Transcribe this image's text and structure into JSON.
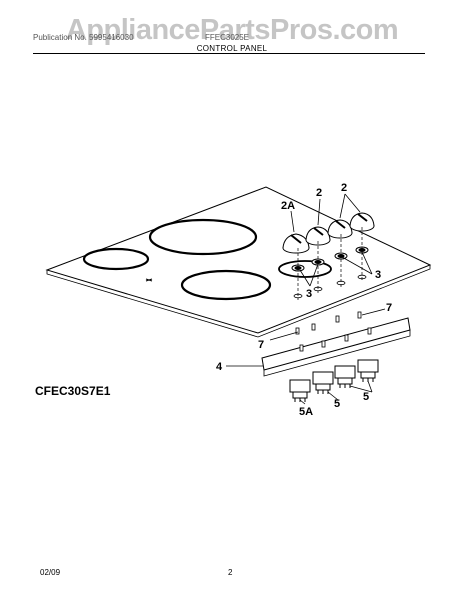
{
  "watermark": "AppliancePartsPros.com",
  "header": {
    "left_text": "Publication No. 5995416030",
    "right_text": "FFEC3025E",
    "section_title": "CONTROL PANEL"
  },
  "model": "CFEC30S7E1",
  "callouts": {
    "c2a": "2A",
    "c2_left": "2",
    "c2_right": "2",
    "c3_right": "3",
    "c3_center": "3",
    "c7_right": "7",
    "c7_left": "7",
    "c4": "4",
    "c5a": "5A",
    "c5_center": "5",
    "c5_right": "5"
  },
  "footer": {
    "date": "02/09",
    "page": "2"
  }
}
